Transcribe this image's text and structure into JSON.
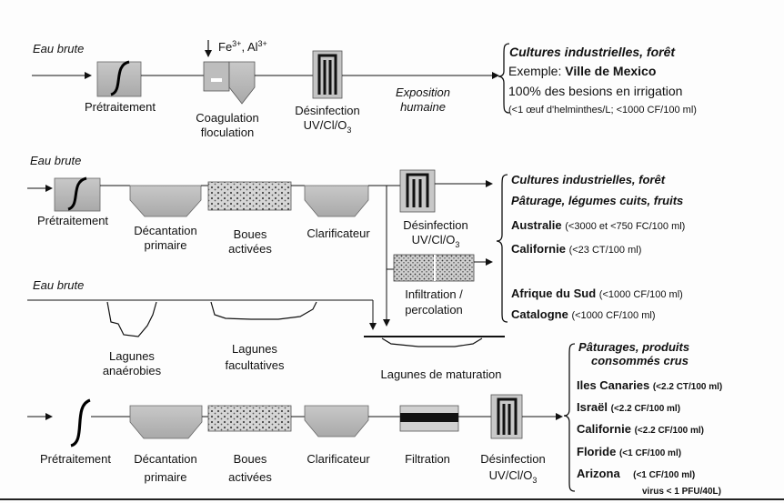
{
  "rows": {
    "r1": {
      "input": "Eau brute",
      "steps": {
        "pretreatment": "Prétraitement",
        "coagulation": [
          "Coagulation",
          "floculation"
        ],
        "reagents": {
          "fe": "Fe",
          "fe_ch": "3+",
          "al": "Al",
          "al_ch": "3+",
          "sep": ", "
        },
        "disinfection": [
          "Désinfection",
          "UV/Cl/O",
          "3"
        ]
      },
      "exposure": [
        "Exposition",
        "humaine"
      ],
      "outcome": {
        "title": "Cultures industrielles, forêt",
        "example_label": "Exemple: ",
        "example_value": "Ville de Mexico",
        "line2": "100% des besions en irrigation",
        "line3": "(<1 œuf d'helminthes/L; <1000 CF/100 ml)"
      }
    },
    "r2": {
      "input": "Eau brute",
      "steps": {
        "pretreatment": "Prétraitement",
        "primary": [
          "Décantation",
          "primaire"
        ],
        "sludge": [
          "Boues",
          "activées"
        ],
        "clarifier": "Clarificateur",
        "disinfection": [
          "Désinfection",
          "UV/Cl/O",
          "3"
        ],
        "infiltration": [
          "Infiltration /",
          "percolation"
        ]
      },
      "outcome": {
        "title1": "Cultures industrielles, forêt",
        "title2": "Pâturage, légumes cuits, fruits",
        "items": [
          {
            "name": "Australie",
            "value": "(<3000 et <750 FC/100 ml)"
          },
          {
            "name": "Californie",
            "value": "(<23 CT/100 ml)"
          },
          {
            "name": "Afrique du Sud",
            "value": "(<1000 CF/100 ml)"
          },
          {
            "name": "Catalogne",
            "value": "(<1000 CF/100 ml)"
          }
        ]
      }
    },
    "r3": {
      "input": "Eau brute",
      "anaerobic": [
        "Lagunes",
        "anaérobies"
      ],
      "facultative": [
        "Lagunes",
        "facultatives"
      ],
      "maturation": "Lagunes de maturation"
    },
    "r4": {
      "steps": {
        "pretreatment": "Prétraitement",
        "primary": [
          "Décantation",
          "primaire"
        ],
        "sludge": [
          "Boues",
          "activées"
        ],
        "clarifier": "Clarificateur",
        "filtration": "Filtration",
        "disinfection": [
          "Désinfection",
          "UV/Cl/O",
          "3"
        ]
      },
      "outcome": {
        "title1": "Pâturages, produits",
        "title2": "consommés crus",
        "items": [
          {
            "name": "Iles Canaries",
            "value": "(<2.2 CT/100 ml)"
          },
          {
            "name": "Israël",
            "value": "(<2.2 CF/100 ml)"
          },
          {
            "name": "Californie",
            "value": "(<2.2 CF/100 ml)"
          },
          {
            "name": "Floride",
            "value": "(<1 CF/100 ml)"
          },
          {
            "name": "Arizona",
            "value": "(<1 CF/100 ml)"
          }
        ],
        "virus": "virus < 1 PFU/40L)"
      }
    }
  }
}
